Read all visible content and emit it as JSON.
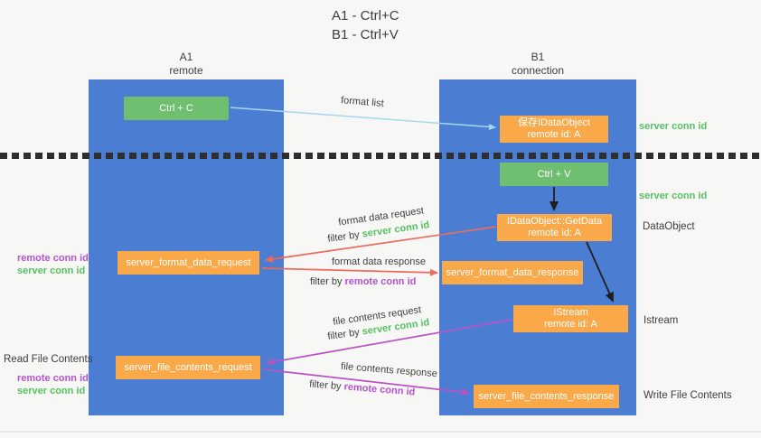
{
  "title": {
    "line1": "A1 - Ctrl+C",
    "line2": "B1 - Ctrl+V"
  },
  "lifelines": {
    "a1": {
      "name": "A1",
      "role": "remote"
    },
    "b1": {
      "name": "B1",
      "role": "connection"
    }
  },
  "nodes": {
    "ctrl_c": {
      "label": "Ctrl + C"
    },
    "ctrl_v": {
      "label": "Ctrl + V"
    },
    "save_dataobject": {
      "line1": "保存IDataObject",
      "line2": "remote id: A"
    },
    "getdata": {
      "line1": "IDataObject::GetData",
      "line2": "remote id: A"
    },
    "istream": {
      "line1": "IStream",
      "line2": "remote id: A"
    },
    "format_request": {
      "label": "server_format_data_request"
    },
    "format_response": {
      "label": "server_format_data_response"
    },
    "file_request": {
      "label": "server_file_contents_request"
    },
    "file_response": {
      "label": "server_file_contents_response"
    }
  },
  "edge_labels": {
    "format_list": "format list",
    "format_data_request": "format data request",
    "format_data_request_filter_prefix": "filter by ",
    "format_data_request_filter_key": "server conn id",
    "format_data_response": "format data response",
    "format_data_response_filter_prefix": "filter by ",
    "format_data_response_filter_key": "remote conn id",
    "file_contents_request": "file contents request",
    "file_contents_request_filter_prefix": "filter by ",
    "file_contents_request_filter_key": "server conn id",
    "file_contents_response": "file contents response",
    "file_contents_response_filter_prefix": "filter by ",
    "file_contents_response_filter_key": "remote conn id"
  },
  "side_labels": {
    "right_server_conn_top": "server conn id",
    "right_server_conn_mid": "server conn id",
    "right_dataobject": "DataObject",
    "right_istream": "Istream",
    "right_write_file": "Write File Contents",
    "left_remote_conn_1": "remote conn id",
    "left_server_conn_1": "server conn id",
    "left_read_file": "Read File Contents",
    "left_remote_conn_2": "remote conn id",
    "left_server_conn_2": "server conn id"
  },
  "colors": {
    "lifeline_blue": "#4b7ed2",
    "node_green": "#70bf71",
    "node_orange": "#f9a84a",
    "arrow_red": "#ee6a5c",
    "arrow_purple": "#ba52c5",
    "arrow_lightblue": "#a6d7f1",
    "arrow_black": "#1f1f1f",
    "text_green": "#55c061",
    "text_purple": "#b452ce",
    "text_dark": "#3d3d3d"
  }
}
